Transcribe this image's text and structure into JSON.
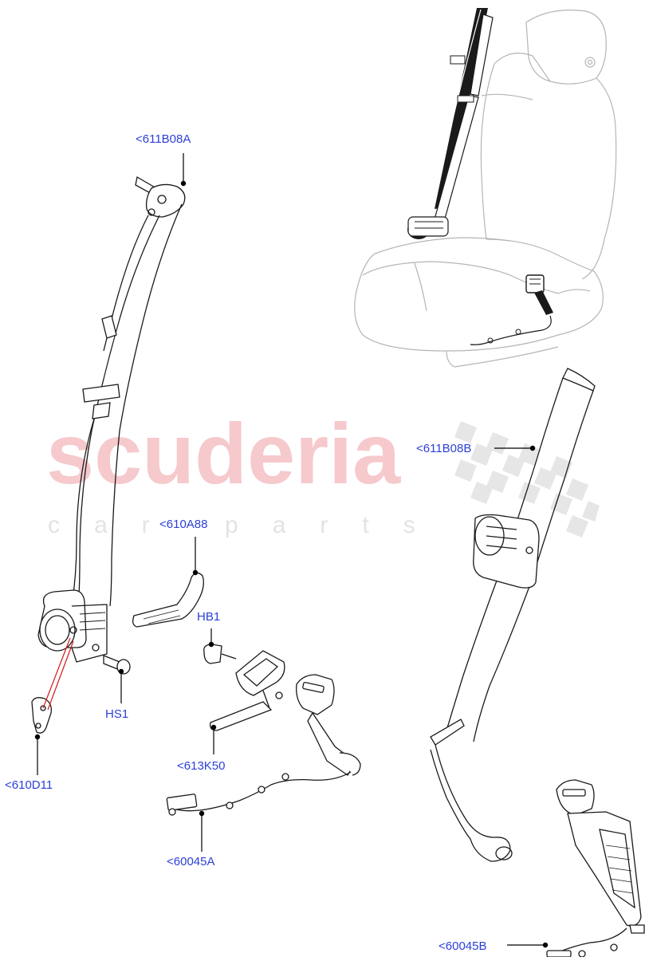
{
  "watermark": {
    "brand": "scuderia",
    "tagline": "car parts",
    "colors": {
      "brand": "#f6c9cc",
      "tagline": "#e3e3e3",
      "checker": "#e6e6e6"
    }
  },
  "callouts": [
    {
      "id": "611B08A",
      "text": "<611B08A"
    },
    {
      "id": "610A88",
      "text": "<610A88"
    },
    {
      "id": "HB1",
      "text": "HB1"
    },
    {
      "id": "HS1",
      "text": "HS1"
    },
    {
      "id": "613K50",
      "text": "<613K50"
    },
    {
      "id": "610D11",
      "text": "<610D11"
    },
    {
      "id": "60045A",
      "text": "<60045A"
    },
    {
      "id": "611B08B",
      "text": "<611B08B"
    },
    {
      "id": "60045B",
      "text": "<60045B"
    }
  ],
  "colors": {
    "label": "#2b3fd6",
    "leader": "#000000",
    "highlight_leader": "#d21a1a",
    "line_art": "#1a1a1a",
    "seat_outline": "#b5b5b5"
  }
}
